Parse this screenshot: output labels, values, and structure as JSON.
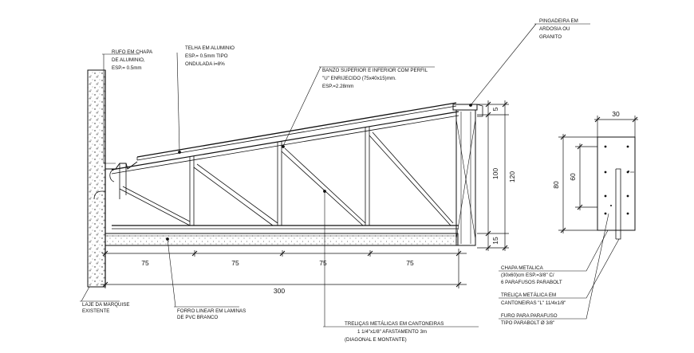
{
  "notes": {
    "rufo_1": "RUFO EM CHAPA",
    "rufo_2": "DE ALUMINIO,",
    "rufo_3": "ESP.= 0.5mm",
    "telha_1": "TELHA EM ALUMINIO",
    "telha_2": "ESP.= 0.5mm TIPO",
    "telha_3": "ONDULADA i=8%",
    "banzo_1": "BANZO SUPERIOR E INFERIOR COM PERFIL",
    "banzo_2": "\"U\" ENRIJECIDO (75x40x15)mm.",
    "banzo_3": "ESP.=2.28mm",
    "pingadeira_1": "PINGADEIRA EM",
    "pingadeira_2": "ARDOSIA OU",
    "pingadeira_3": "GRANITO",
    "laje_1": "LAJE DA MARQUISE",
    "laje_2": "EXISTENTE",
    "forro_1": "FORRO LINEAR EM LAMINAS",
    "forro_2": "DE PVC BRANCO",
    "trelicas_1": "TRELIÇAS METÁLICAS EM CANTONEIRAS",
    "trelicas_2": "1 1/4\"x1/8\"  AFASTAMENTO 3m",
    "trelicas_3": "(DIAGONAL E MONTANTE)",
    "chapa_1": "CHAPA METALICA",
    "chapa_2": "(30x60)cm ESP.=3/8\" C/",
    "chapa_3": "6 PARAFUSOS PARABOLT",
    "trelica_1": "TRELIÇA METÁLICA EM",
    "trelica_2": "CANTONEIRAS \"L\" 11/4x1/8\"",
    "furo_1": "FURO PARA PARAFUSO",
    "furo_2": "TIPO PARABOLT Ø 3/8\""
  },
  "dimensions": {
    "seg_1": "75",
    "seg_2": "75",
    "seg_3": "75",
    "seg_4": "75",
    "total": "300",
    "h_top": "5",
    "h_mid": "100",
    "h_total": "120",
    "h_bot": "15",
    "plate_w": "30",
    "plate_h": "80",
    "plate_inner": "60"
  },
  "colors": {
    "line": "#111111",
    "background": "#ffffff"
  }
}
